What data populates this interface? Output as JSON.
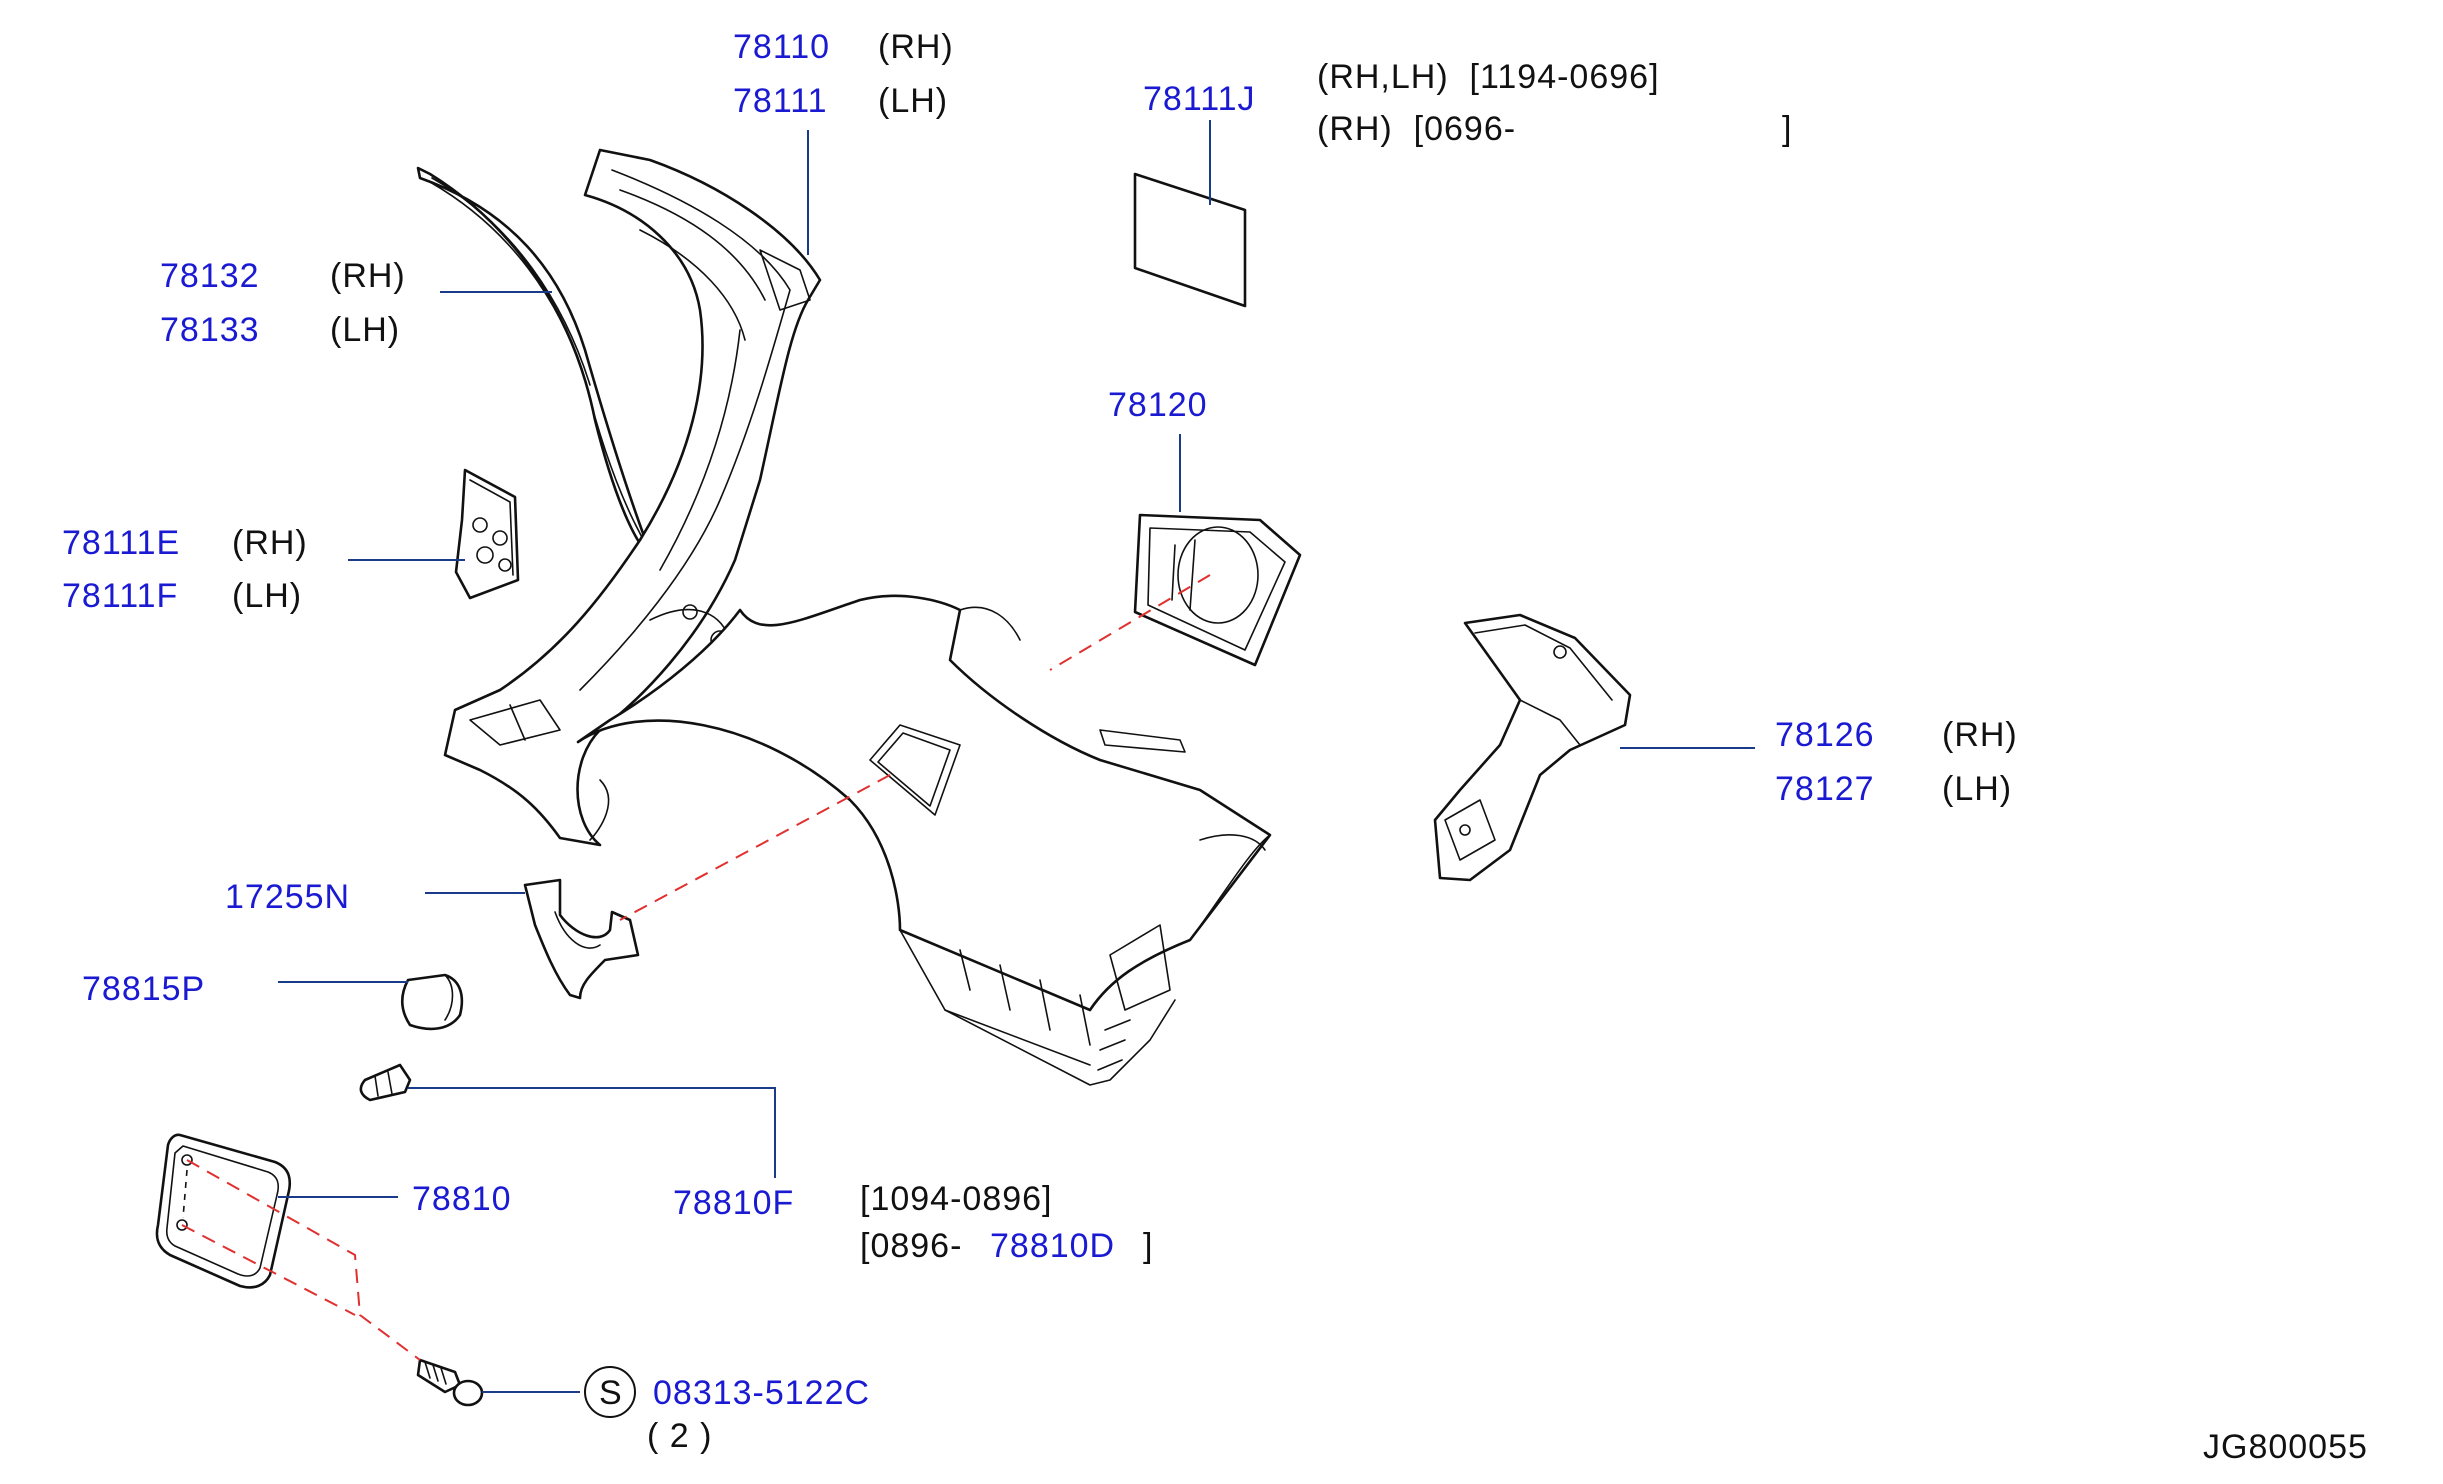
{
  "callouts": {
    "c78110": {
      "part": "78110",
      "side": "(RH)"
    },
    "c78111": {
      "part": "78111",
      "side": "(LH)"
    },
    "c78111J": {
      "part": "78111J",
      "note1": "(RH,LH)  [1194-0696]",
      "note2": "(RH)  [0696-",
      "note2_close": "]"
    },
    "c78132": {
      "part": "78132",
      "side": "(RH)"
    },
    "c78133": {
      "part": "78133",
      "side": "(LH)"
    },
    "c78120": {
      "part": "78120"
    },
    "c78111E": {
      "part": "78111E",
      "side": "(RH)"
    },
    "c78111F": {
      "part": "78111F",
      "side": "(LH)"
    },
    "c78126": {
      "part": "78126",
      "side": "(RH)"
    },
    "c78127": {
      "part": "78127",
      "side": "(LH)"
    },
    "c17255N": {
      "part": "17255N"
    },
    "c78815P": {
      "part": "78815P"
    },
    "c78810": {
      "part": "78810"
    },
    "c78810F": {
      "part": "78810F",
      "note1": "[1094-0896]",
      "note2_open": "[0896-",
      "note2_part": "78810D",
      "note2_close": "]"
    },
    "c08313": {
      "symbol": "S",
      "part": "08313-5122C",
      "qty": "( 2 )"
    }
  },
  "diagram_id": "JG800055"
}
